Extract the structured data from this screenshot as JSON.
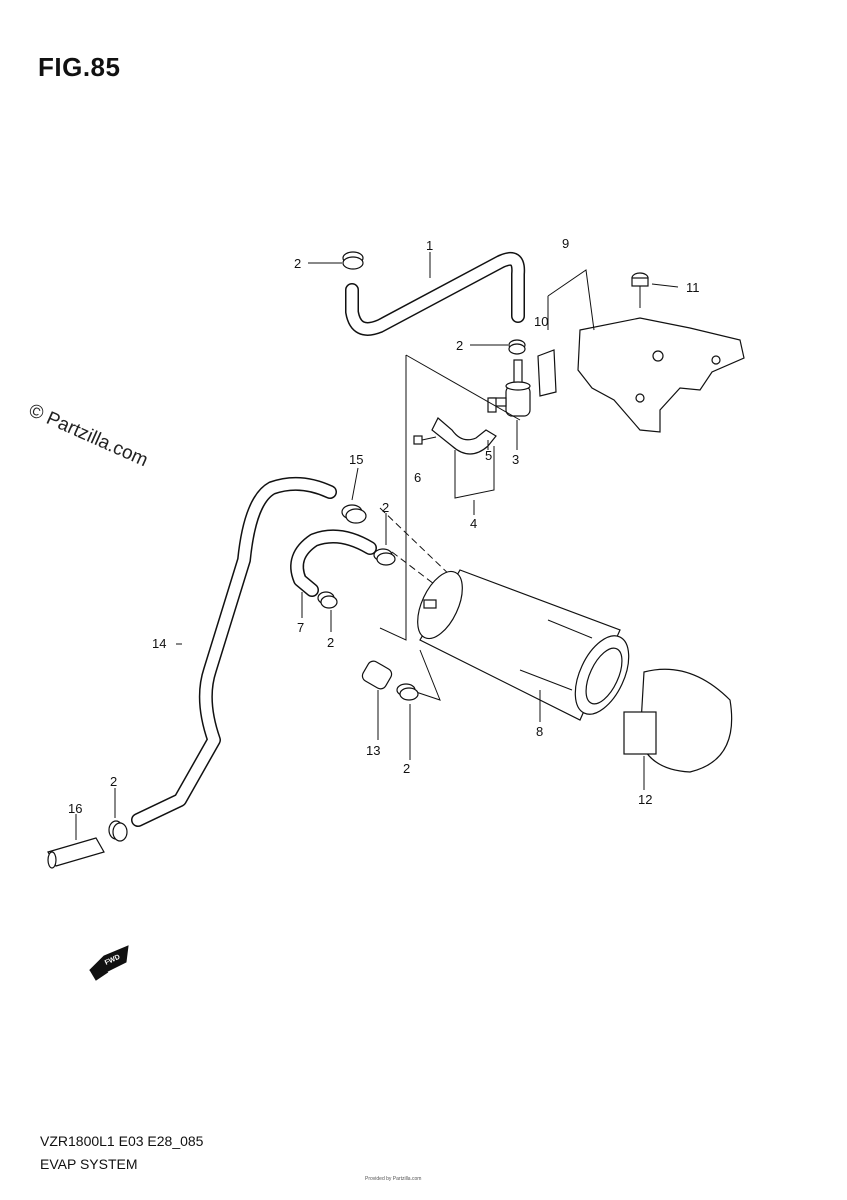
{
  "figure": {
    "title": "FIG.85",
    "watermark": "© Partzilla.com",
    "footer_model": "VZR1800L1 E03 E28_085",
    "footer_name": "EVAP SYSTEM",
    "tiny_note": "Provided by Partzilla.com"
  },
  "callouts": [
    "1",
    "2",
    "2",
    "3",
    "4",
    "5",
    "6",
    "7",
    "2",
    "8",
    "9",
    "10",
    "11",
    "12",
    "13",
    "2",
    "14",
    "15",
    "2",
    "16",
    "2"
  ],
  "fwd_label": "FWD",
  "icons": {
    "forward_arrow": "forward-arrow-icon"
  }
}
